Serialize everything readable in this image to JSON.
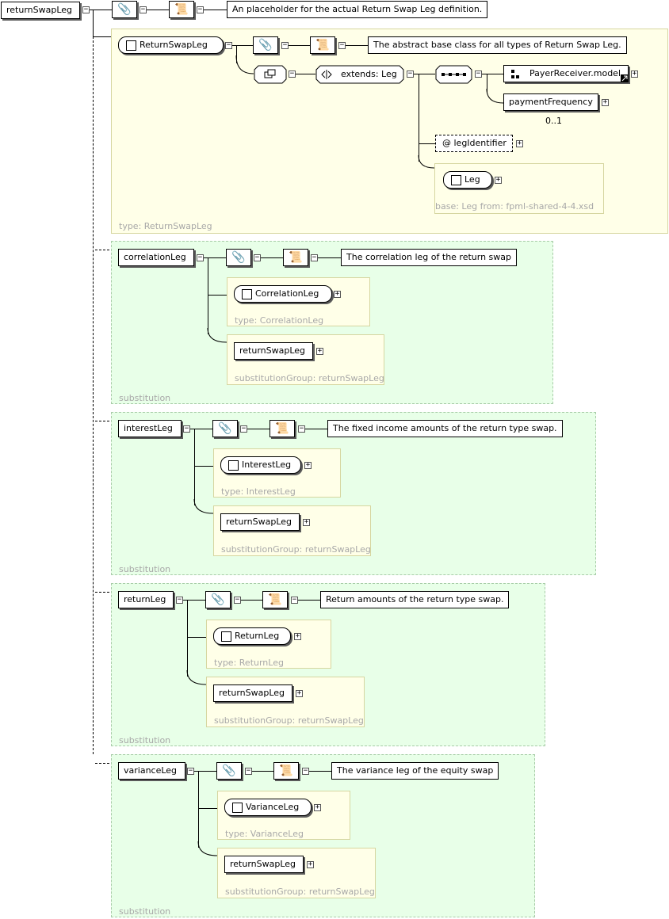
{
  "root": {
    "name": "returnSwapLeg",
    "doc": "An placeholder for the actual Return Swap Leg definition."
  },
  "abstract": {
    "type_name": "ReturnSwapLeg",
    "doc": "The abstract base class for all types of Return Swap Leg.",
    "extends_label": "extends: Leg",
    "group_ref": "PayerReceiver.model",
    "payment_frequency": "paymentFrequency",
    "payment_frequency_card": "0..1",
    "attribute": "legIdentifier",
    "base_type": "Leg",
    "base_footer": "base: Leg from: fpml-shared-4-4.xsd",
    "footer": "type: ReturnSwapLeg"
  },
  "substitutions": [
    {
      "name": "correlationLeg",
      "doc": "The correlation leg of the return swap",
      "type_name": "CorrelationLeg",
      "type_footer": "type: CorrelationLeg",
      "group_ref": "returnSwapLeg",
      "group_footer": "substitutionGroup: returnSwapLeg",
      "footer": "substitution"
    },
    {
      "name": "interestLeg",
      "doc": "The fixed income amounts of the return type swap.",
      "type_name": "InterestLeg",
      "type_footer": "type: InterestLeg",
      "group_ref": "returnSwapLeg",
      "group_footer": "substitutionGroup: returnSwapLeg",
      "footer": "substitution"
    },
    {
      "name": "returnLeg",
      "doc": "Return amounts of the return type swap.",
      "type_name": "ReturnLeg",
      "type_footer": "type: ReturnLeg",
      "group_ref": "returnSwapLeg",
      "group_footer": "substitutionGroup: returnSwapLeg",
      "footer": "substitution"
    },
    {
      "name": "varianceLeg",
      "doc": "The variance leg of the equity swap",
      "type_name": "VarianceLeg",
      "type_footer": "type: VarianceLeg",
      "group_ref": "returnSwapLeg",
      "group_footer": "substitutionGroup: returnSwapLeg",
      "footer": "substitution"
    }
  ],
  "icons": {
    "annotation": "paperclip-icon",
    "documentation": "scroll-icon",
    "complex_content": "complex-content-icon",
    "extension": "extension-icon",
    "sequence": "sequence-icon",
    "attribute": "at-icon",
    "group": "group-icon"
  },
  "glyphs": {
    "collapse": "−",
    "expand": "+",
    "at": "@"
  }
}
